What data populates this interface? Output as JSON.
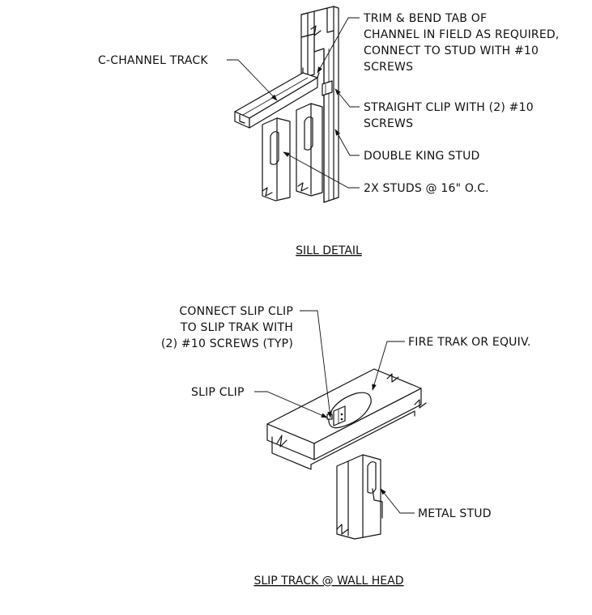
{
  "sill_detail": {
    "title": "SILL DETAIL",
    "labels": {
      "c_channel": "C-CHANNEL TRACK",
      "trim_line1": "TRIM & BEND TAB OF",
      "trim_line2": "CHANNEL IN FIELD AS REQUIRED,",
      "trim_line3": "CONNECT TO STUD WITH #10",
      "trim_line4": "SCREWS",
      "clip_line1": "STRAIGHT CLIP WITH (2) #10",
      "clip_line2": "SCREWS",
      "king_stud": "DOUBLE KING STUD",
      "studs": "2X STUDS @ 16\" O.C."
    }
  },
  "slip_detail": {
    "title": "SLIP TRACK @ WALL HEAD",
    "labels": {
      "connect_line1": "CONNECT SLIP CLIP",
      "connect_line2": "TO SLIP TRAK WITH",
      "connect_line3": "(2) #10 SCREWS (TYP)",
      "fire_trak": "FIRE TRAK OR EQUIV.",
      "slip_clip": "SLIP CLIP",
      "metal_stud": "METAL STUD"
    }
  }
}
